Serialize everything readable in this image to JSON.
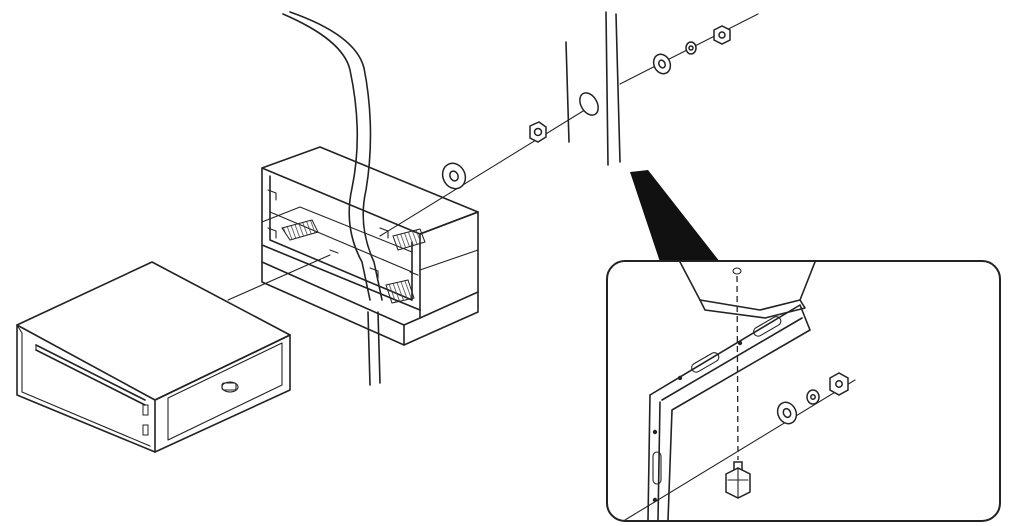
{
  "diagram": {
    "kind": "installation-exploded-view",
    "parts": [
      "head-unit",
      "mounting-sleeve",
      "wiring-harness",
      "dashboard-panel",
      "washer",
      "spring-washer",
      "hex-nut",
      "mounting-strap",
      "mounting-bolt"
    ],
    "inset": "rear-support-detail"
  },
  "colors": {
    "line": "#222222",
    "fill": "#ffffff",
    "hatch": "#444444"
  }
}
